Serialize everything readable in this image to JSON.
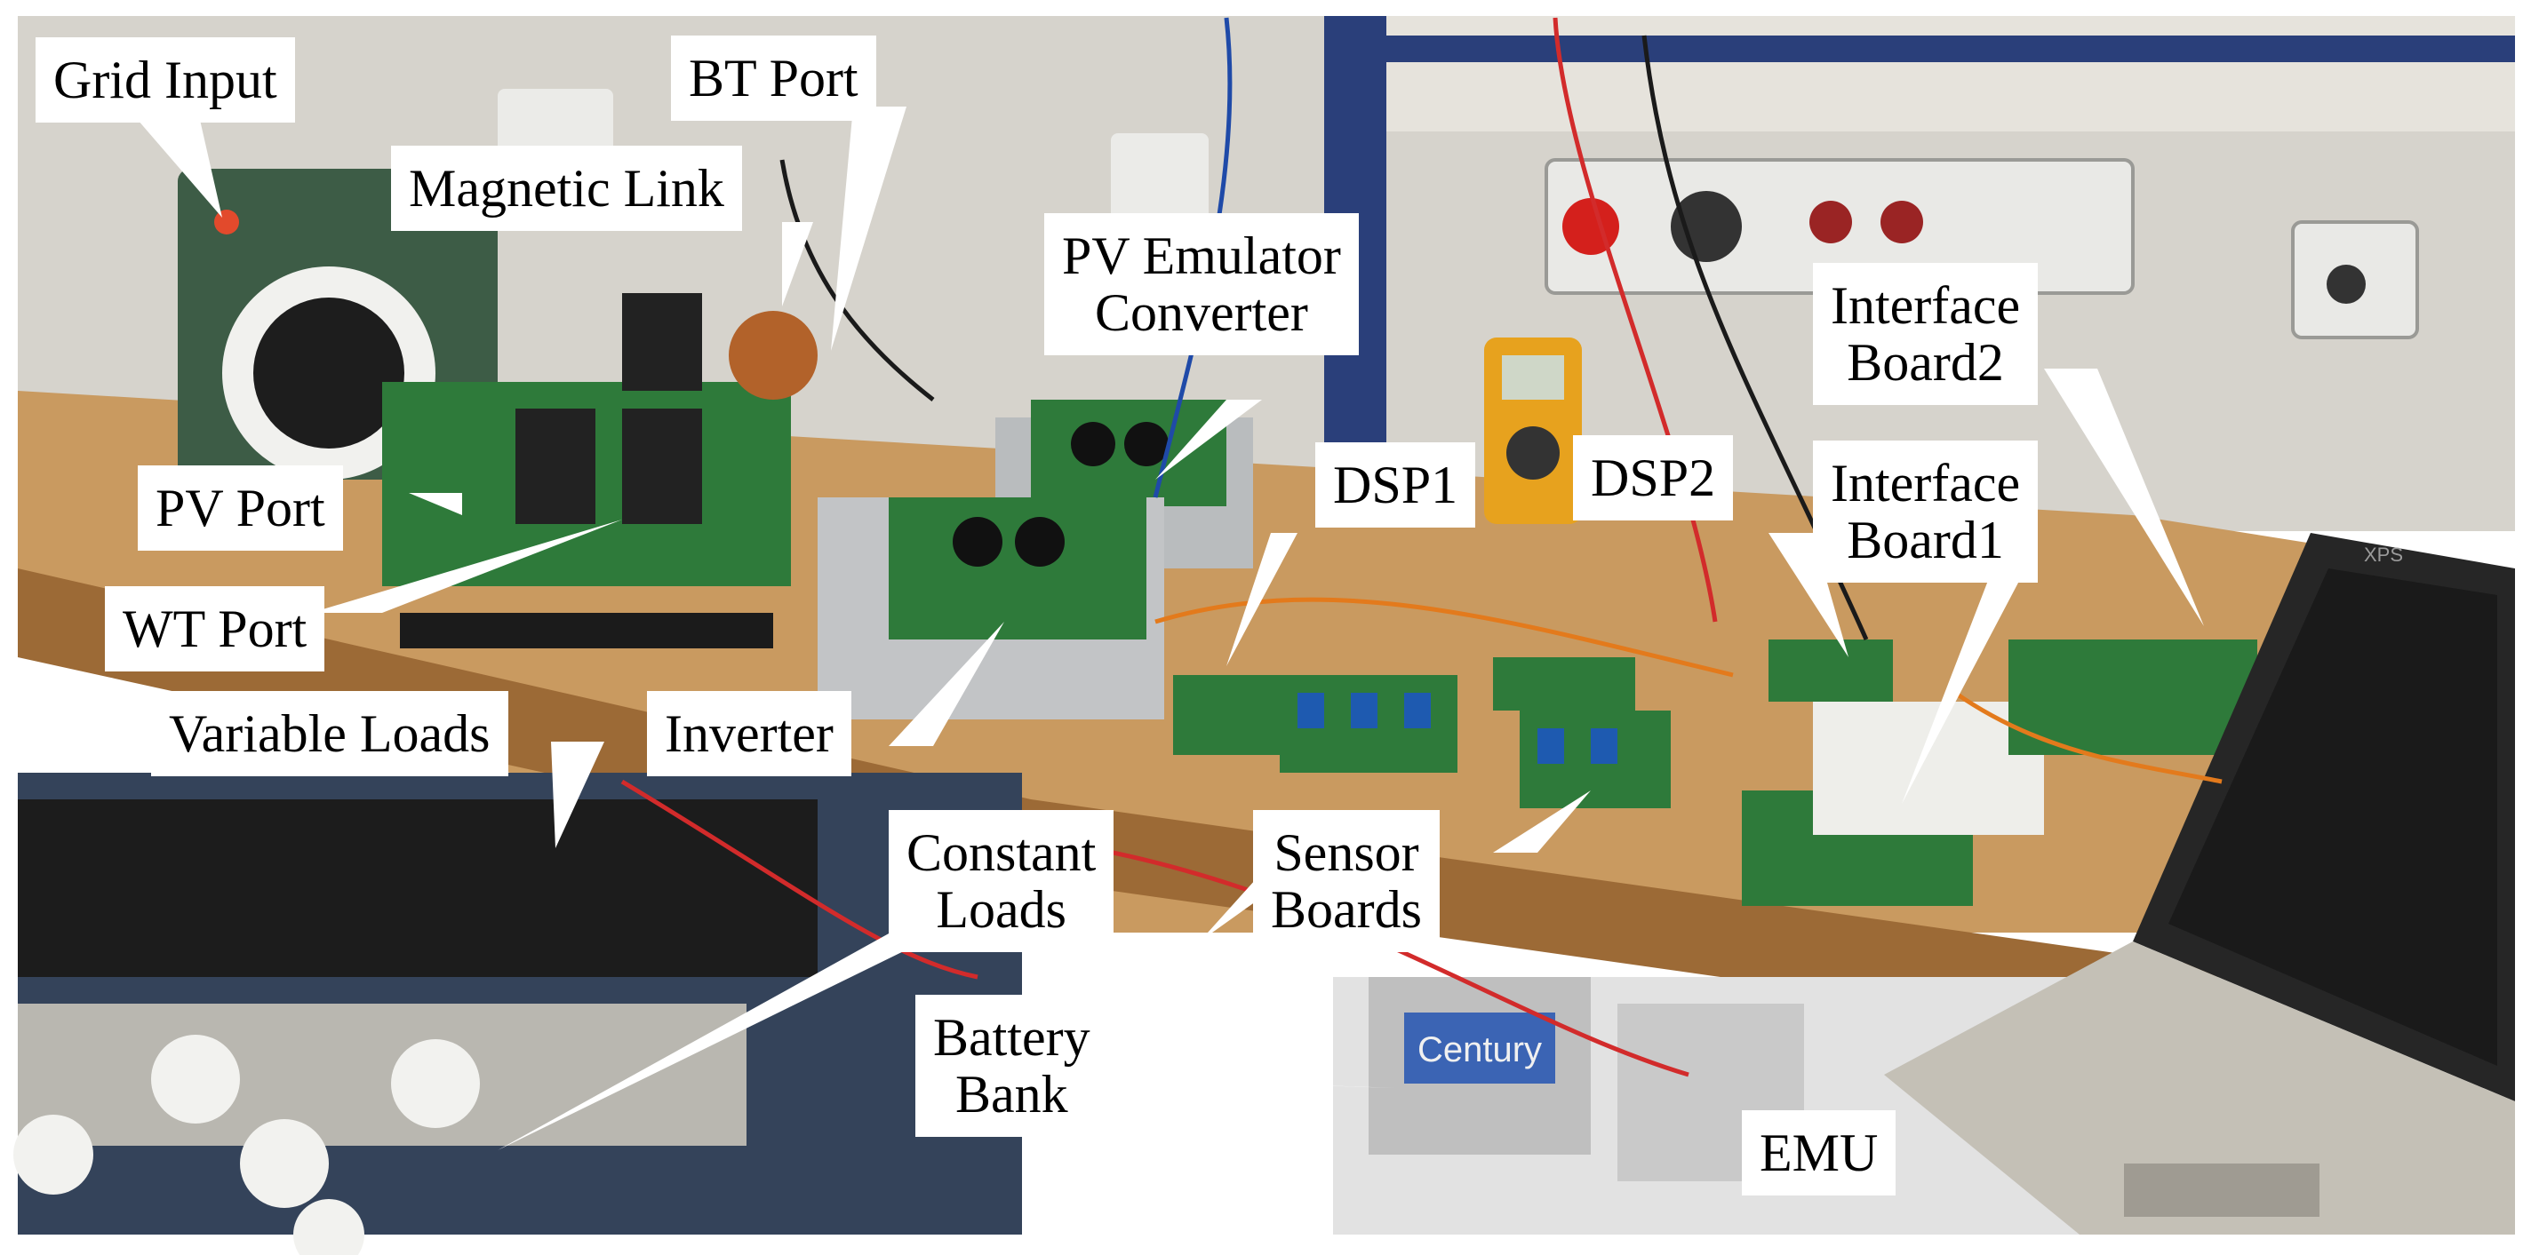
{
  "labels": {
    "grid_input": "Grid Input",
    "bt_port": "BT Port",
    "magnetic_link": "Magnetic Link",
    "pv_emulator_converter": [
      "PV Emulator",
      "Converter"
    ],
    "interface_board2": [
      "Interface",
      "Board2"
    ],
    "interface_board1": [
      "Interface",
      "Board1"
    ],
    "dsp1": "DSP1",
    "dsp2": "DSP2",
    "pv_port": "PV Port",
    "wt_port": "WT Port",
    "variable_loads": "Variable Loads",
    "inverter": "Inverter",
    "constant_loads": [
      "Constant",
      "Loads"
    ],
    "sensor_boards": [
      "Sensor",
      "Boards"
    ],
    "battery_bank": [
      "Battery",
      "Bank"
    ],
    "emu": "EMU"
  },
  "photo_markings": {
    "battery_brand": "Century",
    "laptop_brand": "XPS"
  },
  "colors": {
    "label_bg": "#ffffff",
    "label_text": "#000000",
    "pcb_green": "#2e7a3a",
    "wall": "#d9d6cf",
    "desk": "#c99a60"
  }
}
